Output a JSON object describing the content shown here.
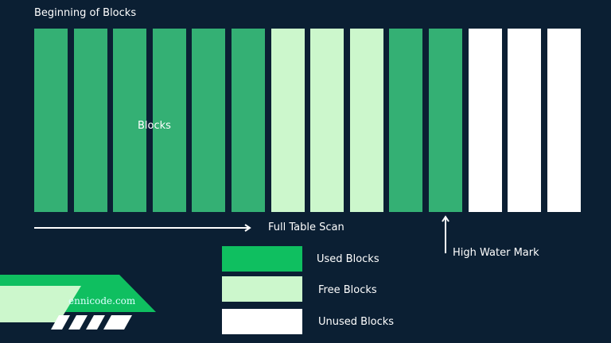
{
  "title": "Beginning of Blocks",
  "blocks_label": "Blocks",
  "blocks": [
    "used",
    "used",
    "used",
    "used",
    "used",
    "used",
    "free",
    "free",
    "free",
    "used",
    "used",
    "unused",
    "unused",
    "unused"
  ],
  "scan_label": "Full Table Scan",
  "hwm_label": "High Water Mark",
  "legend": [
    {
      "label": "Used Blocks",
      "color": "#0fbf60"
    },
    {
      "label": "Free Blocks",
      "color": "#ccf7cc"
    },
    {
      "label": "Unused Blocks",
      "color": "#ffffff"
    }
  ],
  "logo_text": "ennicode.com"
}
